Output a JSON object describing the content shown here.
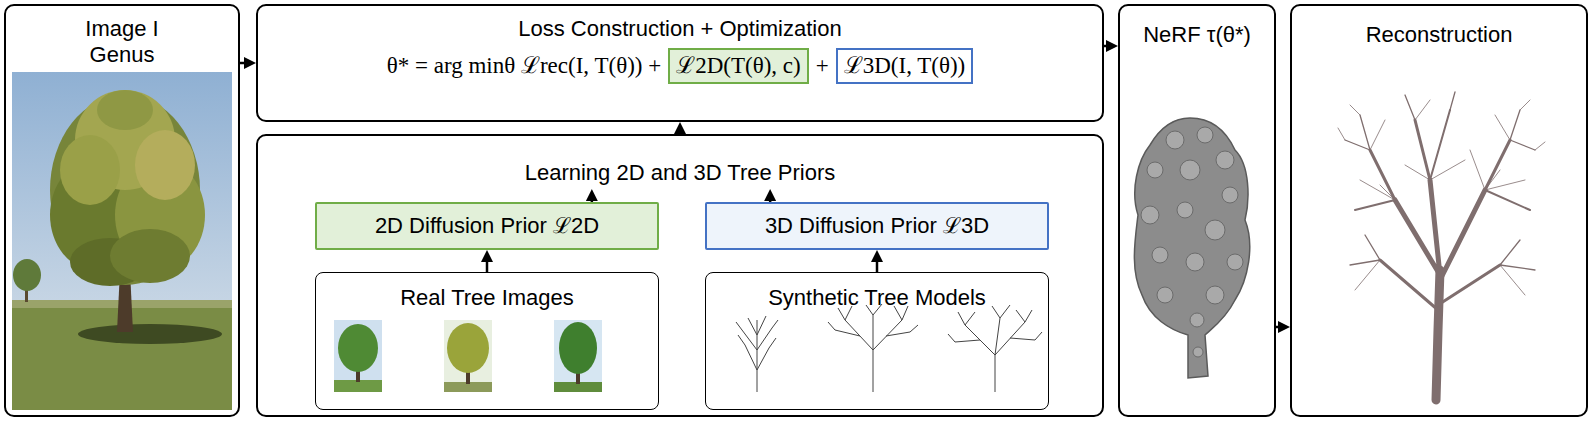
{
  "diagram": {
    "nodes": [
      {
        "text": [
          "Image I",
          "Genus"
        ]
      },
      {
        "text": [
          "Loss Construction + Optimization",
          "θ* = arg minθ ℒrec(I, T(θ)) +",
          "+"
        ]
      },
      {
        "text": [
          "ℒ2D(T(θ), c)"
        ],
        "in": 1
      },
      {
        "text": [
          "ℒ3D(I, T(θ))"
        ],
        "in": 1
      },
      {
        "text": [
          "Learning 2D and 3D Tree Priors"
        ]
      },
      {
        "text": [
          "2D Diffusion Prior ℒ2D"
        ],
        "in": 4
      },
      {
        "text": [
          "3D Diffusion Prior ℒ3D"
        ],
        "in": 4
      },
      {
        "text": [
          "Real Tree Images"
        ],
        "in": 4
      },
      {
        "text": [
          "Synthetic Tree Models"
        ],
        "in": 4
      },
      {
        "text": [
          "NeRF τ(θ*)"
        ]
      },
      {
        "text": [
          "Reconstruction"
        ]
      }
    ],
    "edges": [
      {
        "from": 0,
        "to": 1,
        "arrow": "to"
      },
      {
        "from": 1,
        "to": 9,
        "arrow": "to"
      },
      {
        "from": 9,
        "to": 10,
        "arrow": "to"
      },
      {
        "from": 4,
        "to": 1,
        "arrow": "to"
      },
      {
        "from": 7,
        "to": 5,
        "arrow": "to"
      },
      {
        "from": 8,
        "to": 6,
        "arrow": "to"
      },
      {
        "from": 5,
        "to": 4,
        "arrow": "to"
      },
      {
        "from": 6,
        "to": 4,
        "arrow": "to"
      }
    ]
  }
}
